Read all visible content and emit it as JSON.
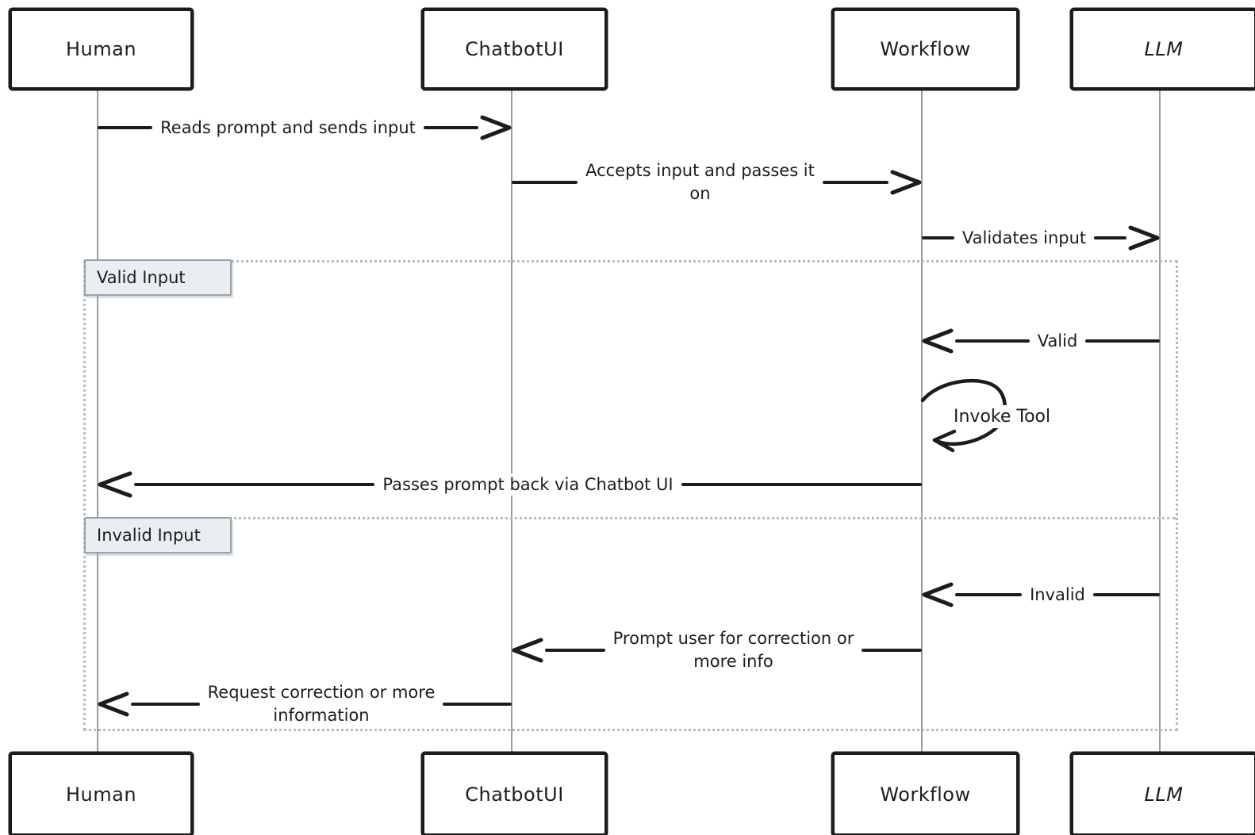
{
  "diagram_type": "sequence",
  "actors": [
    "Human",
    "ChatbotUI",
    "Workflow",
    "LLM"
  ],
  "messages": [
    {
      "from": "Human",
      "to": "ChatbotUI",
      "label": "Reads prompt and sends input"
    },
    {
      "from": "ChatbotUI",
      "to": "Workflow",
      "label": "Accepts input and passes it\non"
    },
    {
      "from": "Workflow",
      "to": "LLM",
      "label": "Validates input"
    },
    {
      "from": "LLM",
      "to": "Workflow",
      "label": "Valid",
      "frame": "Valid Input"
    },
    {
      "from": "Workflow",
      "to": "Workflow",
      "label": "Invoke Tool",
      "type": "self",
      "frame": "Valid Input"
    },
    {
      "from": "Workflow",
      "to": "Human",
      "label": "Passes prompt back via Chatbot UI",
      "frame": "Valid Input"
    },
    {
      "from": "LLM",
      "to": "Workflow",
      "label": "Invalid",
      "frame": "Invalid Input"
    },
    {
      "from": "Workflow",
      "to": "ChatbotUI",
      "label": "Prompt user for correction or\nmore info",
      "frame": "Invalid Input"
    },
    {
      "from": "ChatbotUI",
      "to": "Human",
      "label": "Request correction or more\ninformation",
      "frame": "Invalid Input"
    }
  ],
  "frames": [
    {
      "label": "Valid Input"
    },
    {
      "label": "Invalid Input"
    }
  ],
  "colors": {
    "stroke": "#1c1c1c",
    "lifeline": "#9c9c9c",
    "frame_border": "#b4bcc3",
    "frame_label_bg": "#ebeef0",
    "frame_label_border": "#98a2a9",
    "background": "#ffffff"
  }
}
